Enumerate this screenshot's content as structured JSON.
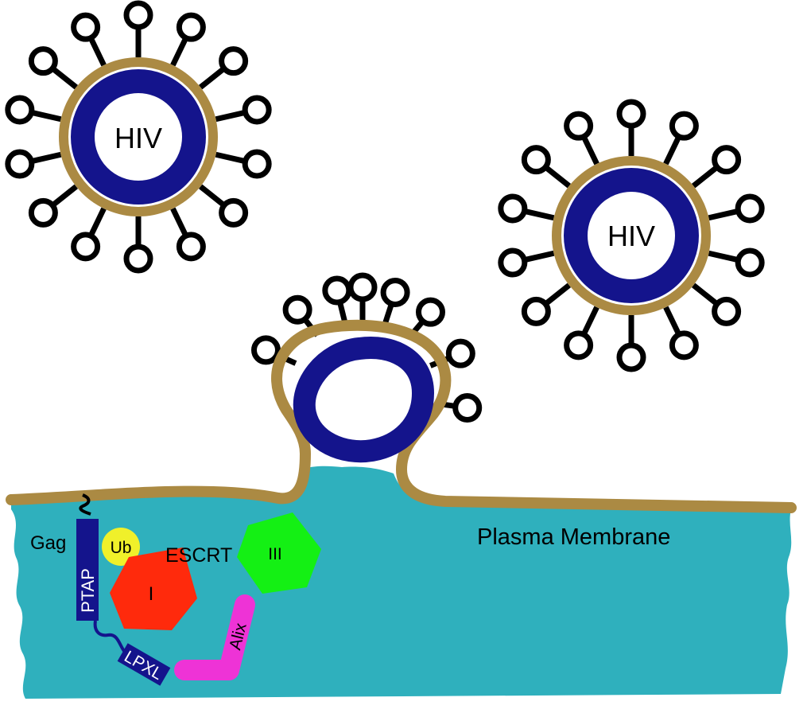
{
  "labels": {
    "hiv_left": "HIV",
    "hiv_right": "HIV",
    "plasma_membrane": "Plasma Membrane",
    "gag": "Gag",
    "ub": "Ub",
    "escrt": "ESCRT",
    "escrt_i": "I",
    "escrt_iii": "III",
    "ptap": "PTAP",
    "lpxl": "LPXL",
    "alix": "Alix"
  },
  "colors": {
    "capsid": "#14148c",
    "envelope": "#ab8a43",
    "cytoplasm": "#2fb0bd",
    "escrt_i": "#ff2a0c",
    "escrt_iii": "#14f014",
    "ub": "#f0f02a",
    "alix": "#ee33d6",
    "gag": "#14148c",
    "spike": "#000000"
  }
}
